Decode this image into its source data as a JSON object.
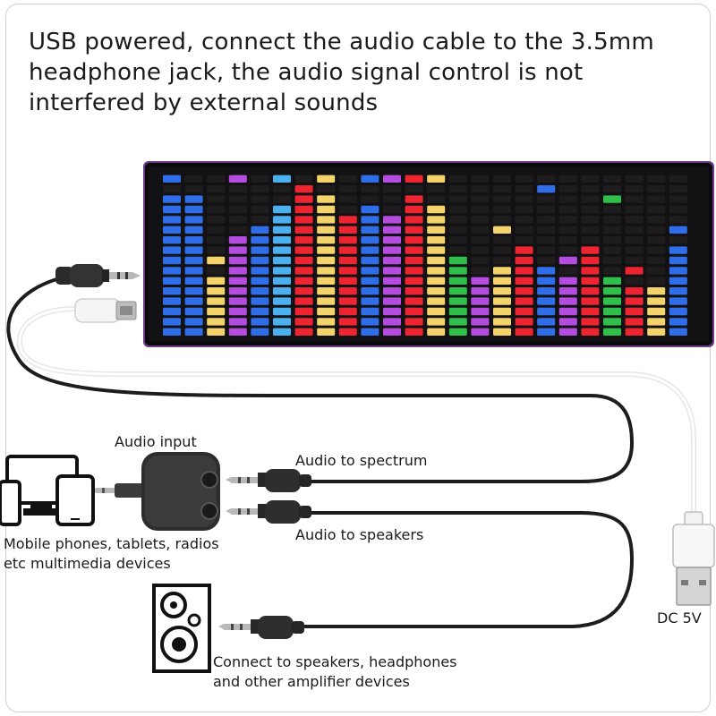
{
  "headline": "USB powered, connect the audio cable to the 3.5mm headphone jack, the audio signal control is not interfered by external sounds",
  "labels": {
    "audio_input": "Audio input",
    "audio_to_spectrum": "Audio to spectrum",
    "audio_to_speakers": "Audio to speakers",
    "devices_line1": "Mobile phones, tablets, radios",
    "devices_line2": "etc multimedia devices",
    "dc_5v": "DC 5V",
    "speakers_line1": "Connect to speakers, headphones",
    "speakers_line2": "and other amplifier devices"
  },
  "spectrum": {
    "colors": [
      "#2f6ee8",
      "#6fa6ff",
      "#b54ce0",
      "#4bb0f0",
      "#ee2430",
      "#f4d36a",
      "#2fbf4a",
      "#c03aa8",
      "#f06a5a",
      "#1fa0c8"
    ],
    "columns": [
      {
        "color": "#2f6ee8",
        "level": 14,
        "peak": 16
      },
      {
        "color": "#2f6ee8",
        "level": 13,
        "peak": 14
      },
      {
        "color": "#f4d36a",
        "level": 6,
        "peak": 8
      },
      {
        "color": "#b54ce0",
        "level": 10,
        "peak": 16
      },
      {
        "color": "#2f6ee8",
        "level": 11,
        "peak": 11
      },
      {
        "color": "#4bb0f0",
        "level": 13,
        "peak": 16
      },
      {
        "color": "#ee2430",
        "level": 14,
        "peak": 15
      },
      {
        "color": "#f4d36a",
        "level": 14,
        "peak": 16
      },
      {
        "color": "#ee2430",
        "level": 12,
        "peak": 12
      },
      {
        "color": "#2f6ee8",
        "level": 13,
        "peak": 16
      },
      {
        "color": "#b54ce0",
        "level": 12,
        "peak": 16
      },
      {
        "color": "#ee2430",
        "level": 14,
        "peak": 16
      },
      {
        "color": "#f4d36a",
        "level": 13,
        "peak": 16
      },
      {
        "color": "#2fbf4a",
        "level": 7,
        "peak": 8
      },
      {
        "color": "#b54ce0",
        "level": 5,
        "peak": 6
      },
      {
        "color": "#f4d36a",
        "level": 7,
        "peak": 11
      },
      {
        "color": "#ee2430",
        "level": 8,
        "peak": 9
      },
      {
        "color": "#2f6ee8",
        "level": 7,
        "peak": 15
      },
      {
        "color": "#b54ce0",
        "level": 6,
        "peak": 8
      },
      {
        "color": "#ee2430",
        "level": 8,
        "peak": 9
      },
      {
        "color": "#2fbf4a",
        "level": 6,
        "peak": 14
      },
      {
        "color": "#ee2430",
        "level": 5,
        "peak": 7
      },
      {
        "color": "#f4d36a",
        "level": 4,
        "peak": 5
      },
      {
        "color": "#2f6ee8",
        "level": 9,
        "peak": 11
      }
    ]
  }
}
